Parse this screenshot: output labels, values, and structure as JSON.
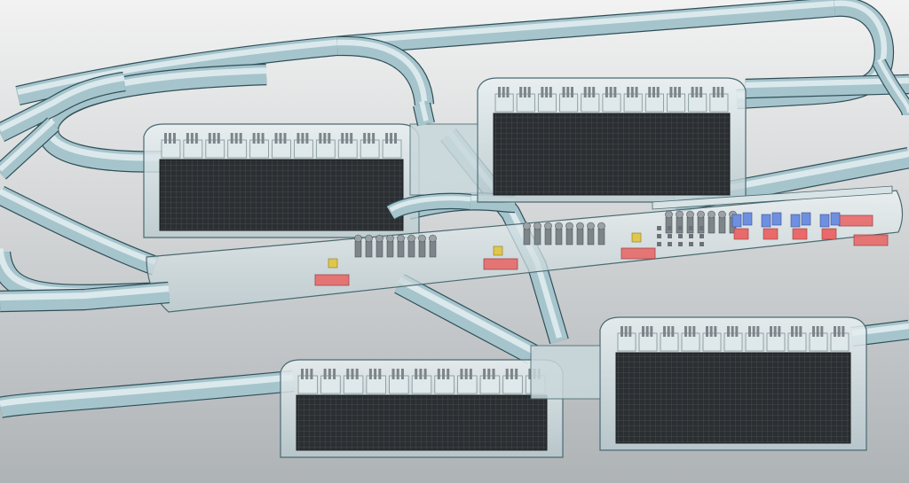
{
  "scene": {
    "colors": {
      "background_top": "#f2f2f2",
      "background_bottom": "#aeb3b6",
      "tube_fill": "#a6c4cc",
      "tube_highlight": "#e4f0f2",
      "tube_shadow": "#6d8a92",
      "tube_outline": "#2f4f58",
      "hall_glass": "#c9d8dc",
      "hall_outline": "#4a6a72",
      "rack_dark": "#2b2f32",
      "rack_grid": "#44494d",
      "cabinet_light": "#dfe8ea",
      "equipment_grey": "#7d858a",
      "accent_red": "#e86a6a",
      "accent_blue": "#6f8fe0",
      "accent_yellow": "#e0c64a"
    },
    "halls": [
      {
        "name": "upper-left-hall",
        "rack_modules": 11
      },
      {
        "name": "upper-right-hall",
        "rack_modules": 11
      },
      {
        "name": "lower-left-hall",
        "rack_modules": 11
      },
      {
        "name": "lower-right-hall",
        "rack_modules": 11
      }
    ],
    "service_gallery": {
      "name": "central-service-gallery",
      "equipment_groups": 4,
      "electrical_panels": 8
    }
  }
}
